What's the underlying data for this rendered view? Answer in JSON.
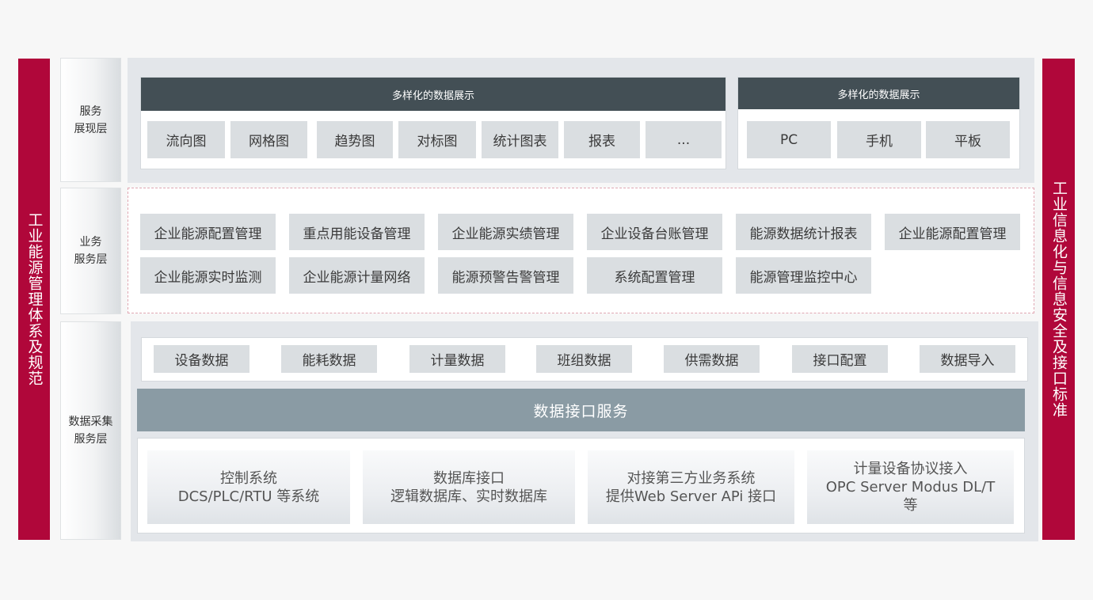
{
  "side_left": "工业能源管理体系及规范",
  "side_right": "工业信息化与信息安全及接口标准",
  "layers": {
    "presentation": {
      "line1": "服务",
      "line2": "展现层"
    },
    "business": {
      "line1": "业务",
      "line2": "服务层"
    },
    "collection": {
      "line1": "数据采集",
      "line2": "服务层"
    }
  },
  "presentation": {
    "group1": {
      "title": "多样化的数据展示",
      "items": [
        "流向图",
        "网格图",
        "趋势图",
        "对标图",
        "统计图表",
        "报表",
        "..."
      ]
    },
    "group2": {
      "title": "多样化的数据展示",
      "items": [
        "PC",
        "手机",
        "平板"
      ]
    }
  },
  "business": {
    "row1": [
      "企业能源配置管理",
      "重点用能设备管理",
      "企业能源实绩管理",
      "企业设备台账管理",
      "能源数据统计报表",
      "企业能源配置管理"
    ],
    "row2": [
      "企业能源实时监测",
      "企业能源计量网络",
      "能源预警告警管理",
      "系统配置管理",
      "能源管理监控中心"
    ]
  },
  "collection": {
    "data_items": [
      "设备数据",
      "能耗数据",
      "计量数据",
      "班组数据",
      "供需数据",
      "接口配置",
      "数据导入"
    ],
    "interface_service": "数据接口服务",
    "sources": [
      {
        "line1": "控制系统",
        "line2": "DCS/PLC/RTU 等系统",
        "line3": ""
      },
      {
        "line1": "数据库接口",
        "line2": "逻辑数据库、实时数据库",
        "line3": ""
      },
      {
        "line1": "对接第三方业务系统",
        "line2": "提供Web Server APi 接口",
        "line3": ""
      },
      {
        "line1": "计量设备协议接入",
        "line2": "OPC Server Modus DL/T",
        "line3": "等"
      }
    ]
  }
}
